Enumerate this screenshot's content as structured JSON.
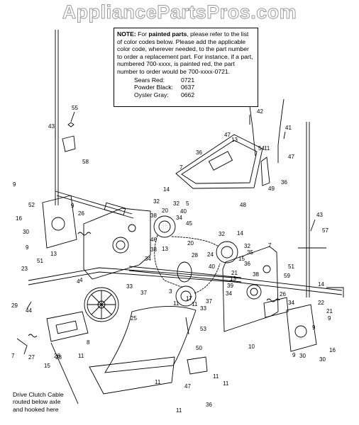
{
  "watermark": "AppliancePartsPros.com",
  "note": {
    "lead": "NOTE:",
    "text1": " For ",
    "bold": "painted parts",
    "text2": ", please refer to the list of color codes below. Please add the applicable color code, wherever needed, to the part number to order a replacement part. For instance, if a part, numbered 700-xxxx, is painted red, the part number to order would be 700-xxxx-0721.",
    "colors": [
      {
        "name": "Sears Red:",
        "code": "0721"
      },
      {
        "name": "Powder Black:",
        "code": "0637"
      },
      {
        "name": "Oyster Gray:",
        "code": "0662"
      }
    ]
  },
  "callout": {
    "line1": "Drive Clutch Cable",
    "line2": "routed below axle",
    "line3": "and hooked here"
  },
  "part_labels": [
    "55",
    "43",
    "58",
    "42",
    "47",
    "41",
    "11",
    "13",
    "54",
    "47",
    "36",
    "49",
    "36",
    "7",
    "9",
    "52",
    "16",
    "30",
    "9",
    "26",
    "9",
    "13",
    "51",
    "5",
    "48",
    "14",
    "32",
    "20",
    "38",
    "32",
    "40",
    "45",
    "34",
    "14",
    "32",
    "32",
    "35",
    "15",
    "20",
    "28",
    "36",
    "46",
    "38",
    "34",
    "13",
    "4",
    "24",
    "40",
    "33",
    "37",
    "37",
    "33",
    "38",
    "43",
    "57",
    "7",
    "21",
    "13",
    "39",
    "34",
    "59",
    "51",
    "26",
    "34",
    "30",
    "23",
    "29",
    "44",
    "4",
    "25",
    "11",
    "53",
    "3",
    "17",
    "11",
    "14",
    "22",
    "21",
    "9",
    "9",
    "16",
    "30",
    "9",
    "8",
    "28",
    "50",
    "11",
    "10",
    "7",
    "27",
    "15",
    "28",
    "11",
    "11",
    "47",
    "11",
    "36",
    "11"
  ]
}
